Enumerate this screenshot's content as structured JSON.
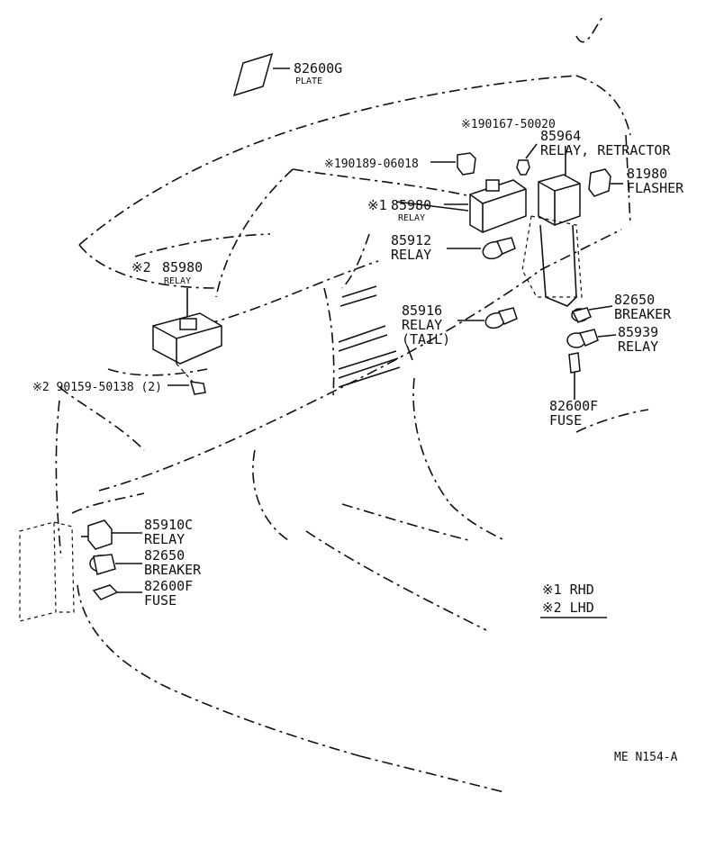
{
  "callouts": {
    "c82600g": {
      "number": "82600G",
      "name": "PLATE"
    },
    "c190167": {
      "number": "※190167-50020"
    },
    "c85964": {
      "number": "85964",
      "name": "RELAY, RETRACTOR"
    },
    "c190189": {
      "number": "※190189-06018"
    },
    "c81980": {
      "number": "81980",
      "name": "FLASHER"
    },
    "c185980": {
      "mark": "※1",
      "number": "85980",
      "name": "RELAY"
    },
    "c85912": {
      "number": "85912",
      "name": "RELAY"
    },
    "c285980": {
      "mark": "※2",
      "number": "85980",
      "name": "RELAY"
    },
    "c85916": {
      "number": "85916",
      "name": "RELAY",
      "sub": "(TAIL)"
    },
    "c82650a": {
      "number": "82650",
      "name": "BREAKER"
    },
    "c85939": {
      "number": "85939",
      "name": "RELAY"
    },
    "c290159": {
      "number": "※2 90159-50138 (2)"
    },
    "c82600f_a": {
      "number": "82600F",
      "name": "FUSE"
    },
    "c85910c": {
      "number": "85910C",
      "name": "RELAY"
    },
    "c82650b": {
      "number": "82650",
      "name": "BREAKER"
    },
    "c82600f_b": {
      "number": "82600F",
      "name": "FUSE"
    }
  },
  "legend": {
    "rhd": "※1 RHD",
    "lhd": "※2 LHD"
  },
  "figure_code": "ME N154-A"
}
